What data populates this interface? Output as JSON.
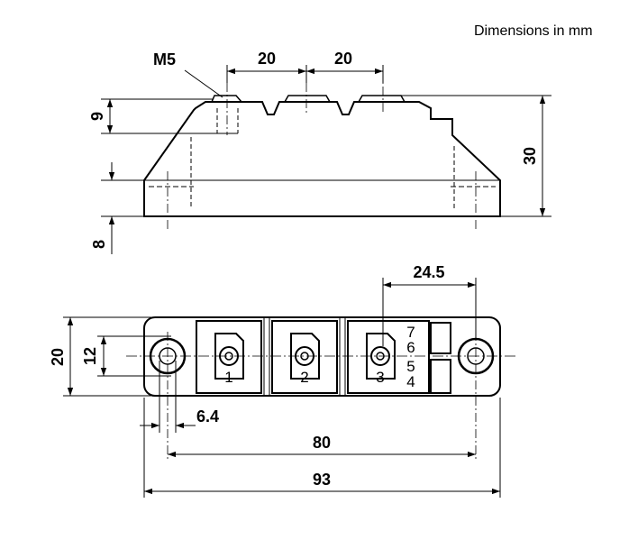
{
  "note": "Dimensions in mm",
  "side_view": {
    "thread": "M5",
    "pitch_left": "20",
    "pitch_right": "20",
    "terminal_height": "9",
    "base_height": "8",
    "total_height": "30"
  },
  "top_view": {
    "aux_pitch": "24.5",
    "width_outer": "20",
    "terminal_width": "12",
    "hole_dia": "6.4",
    "hole_spacing": "80",
    "total_length": "93",
    "terminal_labels": [
      "1",
      "2",
      "3"
    ],
    "aux_labels": [
      "7",
      "6",
      "5",
      "4"
    ]
  },
  "colors": {
    "line": "#000000",
    "background": "#ffffff"
  }
}
